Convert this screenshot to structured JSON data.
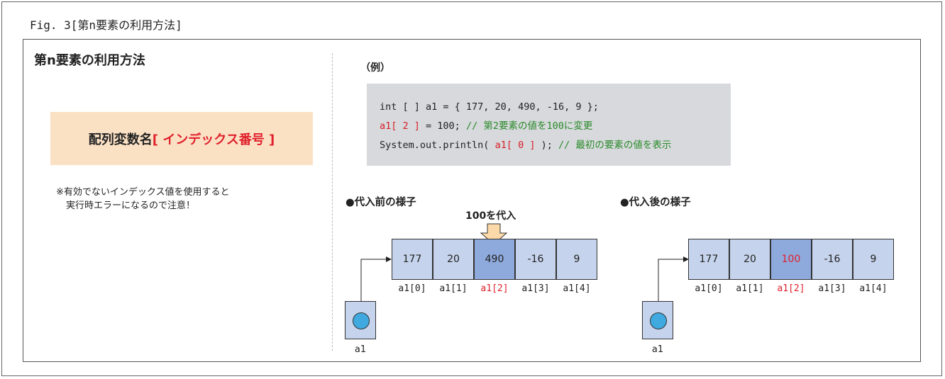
{
  "figure": {
    "title": "Fig. 3[第n要素の利用方法]",
    "panel_title": "第n要素の利用方法"
  },
  "syntax": {
    "prefix": "配列変数名",
    "bracket": "[ インデックス番号 ]"
  },
  "note": {
    "line1": "※有効でないインデックス値を使用すると",
    "line2": "実行時エラーになるので注意！"
  },
  "example": {
    "label": "（例）",
    "code_line1": "int [ ] a1 = { 177, 20, 490, -16, 9 };",
    "code_line2_red": "a1[ 2 ]",
    "code_line2_rest": " = 100; ",
    "code_line2_comment": "// 第2要素の値を100に変更",
    "code_line3_pre": "System.out.println( ",
    "code_line3_red": "a1[ 0 ]",
    "code_line3_post": " ); ",
    "code_line3_comment": "// 最初の要素の値を表示"
  },
  "before": {
    "label": "●代入前の様子",
    "assign_label": "100を代入",
    "values": [
      "177",
      "20",
      "490",
      "-16",
      "9"
    ],
    "indices": [
      "a1[0]",
      "a1[1]",
      "a1[2]",
      "a1[3]",
      "a1[4]"
    ],
    "variable": "a1"
  },
  "after": {
    "label": "●代入後の様子",
    "values": [
      "177",
      "20",
      "100",
      "-16",
      "9"
    ],
    "indices": [
      "a1[0]",
      "a1[1]",
      "a1[2]",
      "a1[3]",
      "a1[4]"
    ],
    "variable": "a1"
  },
  "colors": {
    "cell": "#c5d3ec",
    "cell_highlight": "#8eaadc",
    "accent_red": "#e0202c",
    "code_bg": "#d7d9dc",
    "syntax_bg": "#fbe1c4",
    "pointer_circle": "#3fa9e0",
    "assign_arrow": "#fbd9a8"
  }
}
